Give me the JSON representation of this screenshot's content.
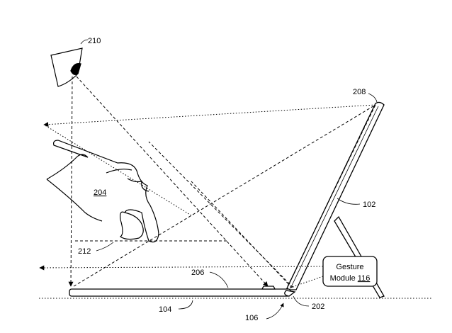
{
  "labels": {
    "ref_210": "210",
    "ref_208": "208",
    "ref_204": "204",
    "ref_102": "102",
    "ref_212": "212",
    "ref_206": "206",
    "ref_104": "104",
    "ref_106": "106",
    "ref_202": "202",
    "gesture_module_line1": "Gesture",
    "gesture_module_line2": "Module",
    "gesture_module_ref": "116"
  }
}
